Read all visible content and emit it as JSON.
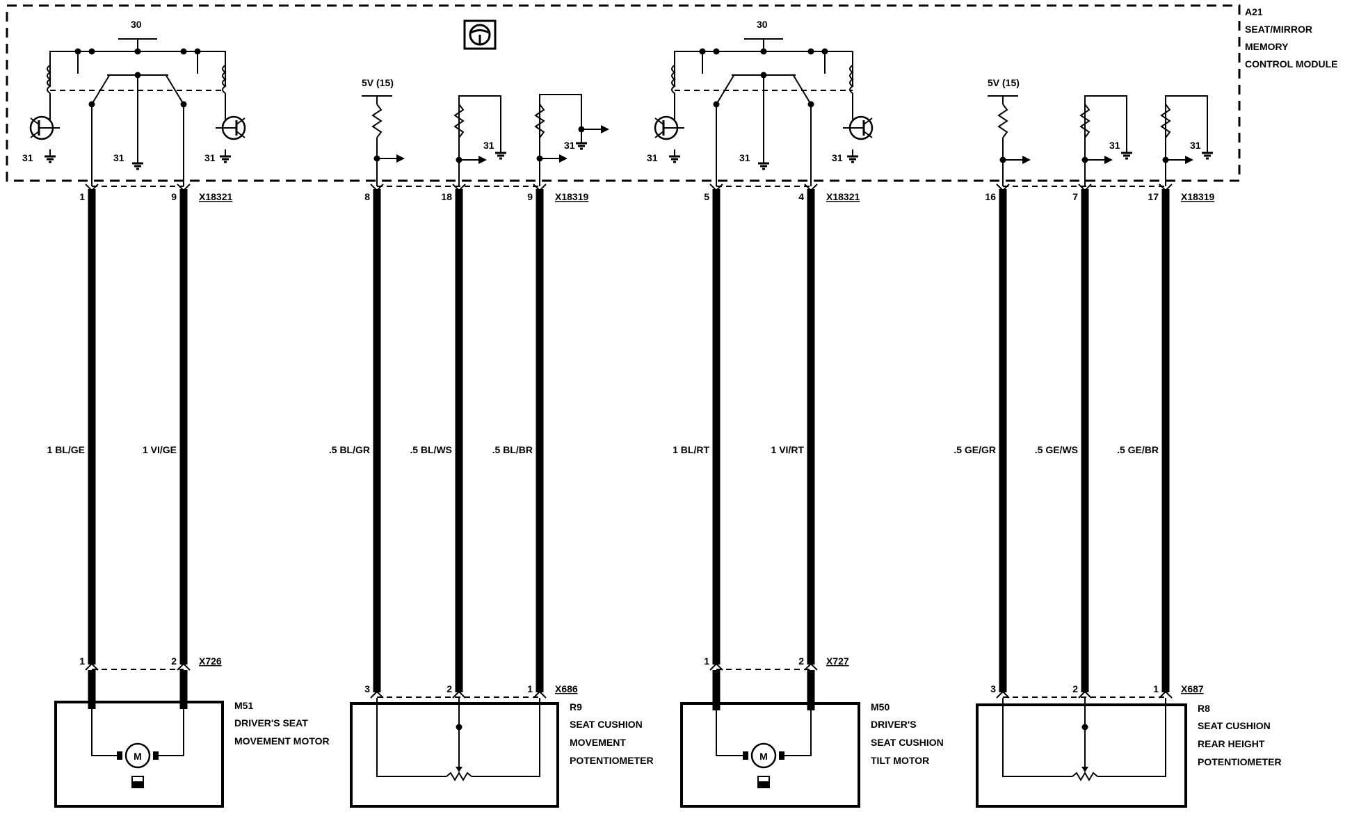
{
  "module": {
    "id": "A21",
    "name_lines": [
      "SEAT/MIRROR",
      "MEMORY",
      "CONTROL MODULE"
    ],
    "symbol_icon": "steering-wheel-icon"
  },
  "power_labels": {
    "battery": "30",
    "ground": "31",
    "ref_voltage": "5V (15)"
  },
  "groups": [
    {
      "connector_top": "X18321",
      "connector_bottom": "X726",
      "pins_top": [
        "1",
        "9"
      ],
      "pins_bottom": [
        "1",
        "2"
      ],
      "wires": [
        "1 BL/GE",
        "1 VI/GE"
      ],
      "component_id": "M51",
      "component_lines": [
        "DRIVER'S SEAT",
        "MOVEMENT MOTOR"
      ]
    },
    {
      "connector_top": "X18319",
      "connector_bottom": "X686",
      "pins_top": [
        "8",
        "18",
        "9"
      ],
      "pins_bottom": [
        "3",
        "2",
        "1"
      ],
      "wires": [
        ".5 BL/GR",
        ".5 BL/WS",
        ".5 BL/BR"
      ],
      "component_id": "R9",
      "component_lines": [
        "SEAT CUSHION",
        "MOVEMENT",
        "POTENTIOMETER"
      ]
    },
    {
      "connector_top": "X18321",
      "connector_bottom": "X727",
      "pins_top": [
        "5",
        "4"
      ],
      "pins_bottom": [
        "1",
        "2"
      ],
      "wires": [
        "1 BL/RT",
        "1 VI/RT"
      ],
      "component_id": "M50",
      "component_lines": [
        "DRIVER'S",
        "SEAT CUSHION",
        "TILT MOTOR"
      ]
    },
    {
      "connector_top": "X18319",
      "connector_bottom": "X687",
      "pins_top": [
        "16",
        "7",
        "17"
      ],
      "pins_bottom": [
        "3",
        "2",
        "1"
      ],
      "wires": [
        ".5 GE/GR",
        ".5 GE/WS",
        ".5 GE/BR"
      ],
      "component_id": "R8",
      "component_lines": [
        "SEAT CUSHION",
        "REAR HEIGHT",
        "POTENTIOMETER"
      ]
    }
  ],
  "motor_label": "M"
}
